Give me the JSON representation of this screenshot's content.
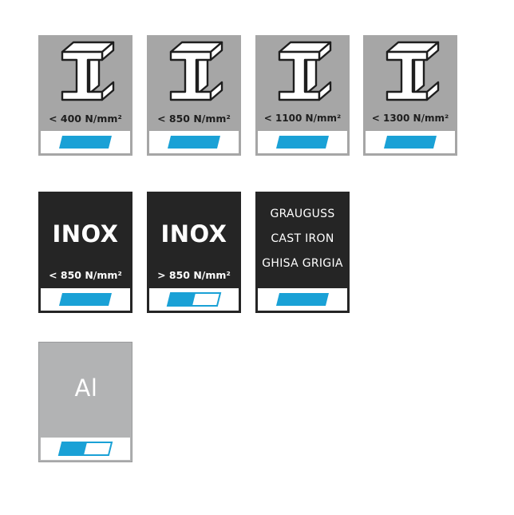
{
  "colors": {
    "accent": "#1aa1d6",
    "grey_tile": "#a6a6a6",
    "dark_tile": "#252525",
    "light_tile": "#b2b3b4"
  },
  "steel": [
    {
      "label": "< 400 N/mm²",
      "icon": "steel-beam-icon",
      "fill": "full"
    },
    {
      "label": "< 850 N/mm²",
      "icon": "steel-beam-icon",
      "fill": "full"
    },
    {
      "label": "< 1100 N/mm²",
      "icon": "steel-beam-icon",
      "fill": "full"
    },
    {
      "label": "< 1300 N/mm²",
      "icon": "steel-beam-icon",
      "fill": "full"
    }
  ],
  "inox": [
    {
      "title": "INOX",
      "label": "< 850 N/mm²",
      "fill": "full"
    },
    {
      "title": "INOX",
      "label": "> 850 N/mm²",
      "fill": "half"
    }
  ],
  "cast_iron": {
    "lines": [
      "GRAUGUSS",
      "CAST IRON",
      "GHISA GRIGIA"
    ],
    "fill": "full"
  },
  "aluminium": {
    "title": "Al",
    "fill": "half"
  }
}
